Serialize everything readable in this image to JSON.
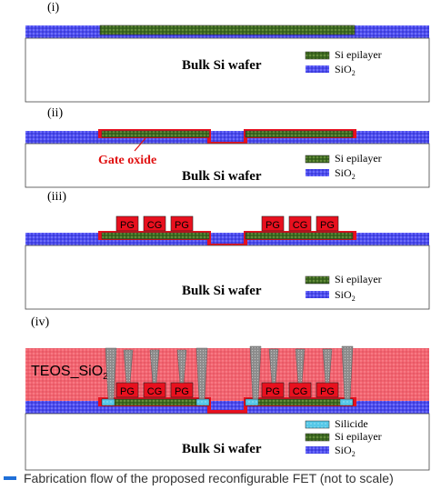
{
  "steps": [
    {
      "label": "(i)",
      "wafer": "Bulk Si wafer",
      "legend": [
        "Si epilayer",
        "SiO",
        "2"
      ]
    },
    {
      "label": "(ii)",
      "wafer": "Bulk Si wafer",
      "gate_oxide": "Gate oxide",
      "legend": [
        "Si epilayer",
        "SiO",
        "2"
      ]
    },
    {
      "label": "(iii)",
      "wafer": "Bulk Si wafer",
      "gates": [
        "PG",
        "CG",
        "PG"
      ],
      "legend": [
        "Si epilayer",
        "SiO",
        "2"
      ]
    },
    {
      "label": "(iv)",
      "wafer": "Bulk Si wafer",
      "gates": [
        "PG",
        "CG",
        "PG"
      ],
      "teos": "TEOS_SiO",
      "teos_sub": "2",
      "legend": [
        "Silicide",
        "Si epilayer",
        "SiO",
        "2"
      ]
    }
  ],
  "caption": "Fabrication flow of the proposed reconfigurable FET (not to scale)",
  "colors": {
    "sio2": "#4c4cf0",
    "epilayer": "#3a6a1e",
    "gate": "#e8101e",
    "teos": "#f26470",
    "silicide": "#56c8e8",
    "contact": "#8c8c8c",
    "gate_oxide_text": "#e01010"
  }
}
